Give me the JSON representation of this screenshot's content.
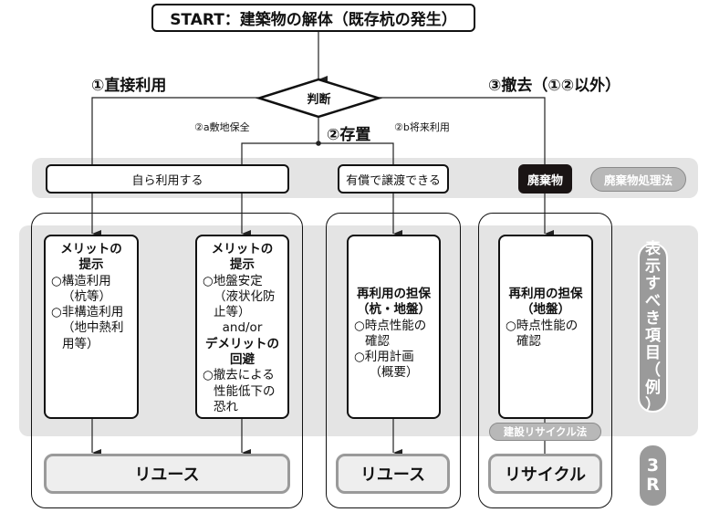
{
  "start": "START：建築物の解体（既存杭の発生）",
  "decision": "判断",
  "branches": {
    "direct": "①直接利用",
    "remove": "③撤去（①②以外）",
    "keep": "②存置",
    "keep_a": "②a敷地保全",
    "keep_b": "②b将来利用"
  },
  "row": {
    "self_use": "自ら利用する",
    "transfer": "有償で譲渡できる",
    "waste": "廃棄物",
    "waste_law": "廃棄物処理法"
  },
  "cards": [
    {
      "lines": [
        {
          "kind": "heading",
          "text": "メリットの"
        },
        {
          "kind": "heading",
          "text": "提示"
        },
        {
          "kind": "item",
          "text": "○構造利用"
        },
        {
          "kind": "sub",
          "text": "（杭等）"
        },
        {
          "kind": "item",
          "text": "○非構造利用"
        },
        {
          "kind": "sub",
          "text": "（地中熱利"
        },
        {
          "kind": "sub",
          "text": "用等）"
        }
      ]
    },
    {
      "lines": [
        {
          "kind": "heading",
          "text": "メリットの"
        },
        {
          "kind": "heading",
          "text": "提示"
        },
        {
          "kind": "item",
          "text": "○地盤安定"
        },
        {
          "kind": "sub",
          "text": "（液状化防"
        },
        {
          "kind": "sub",
          "text": "止等）"
        },
        {
          "kind": "connector",
          "text": "and/or"
        },
        {
          "kind": "heading",
          "text": "デメリットの"
        },
        {
          "kind": "heading",
          "text": "回避"
        },
        {
          "kind": "item",
          "text": "○撤去による"
        },
        {
          "kind": "sub",
          "text": "性能低下の"
        },
        {
          "kind": "sub",
          "text": "恐れ"
        }
      ]
    },
    {
      "lines": [
        {
          "kind": "heading",
          "text": "再利用の担保"
        },
        {
          "kind": "heading",
          "text": "（杭・地盤）"
        },
        {
          "kind": "item",
          "text": "○時点性能の"
        },
        {
          "kind": "sub",
          "text": "確認"
        },
        {
          "kind": "item",
          "text": "○利用計画"
        },
        {
          "kind": "connector",
          "text": "（概要）"
        }
      ]
    },
    {
      "lines": [
        {
          "kind": "heading",
          "text": "再利用の担保"
        },
        {
          "kind": "heading",
          "text": "（地盤）"
        },
        {
          "kind": "item",
          "text": "○時点性能の"
        },
        {
          "kind": "sub",
          "text": "確認"
        }
      ]
    }
  ],
  "recycle_law": "建設リサイクル法",
  "outcomes": [
    "リユース",
    "リユース",
    "リサイクル"
  ],
  "side_labels": {
    "display_items": [
      "表",
      "示",
      "す",
      "べ",
      "き",
      "項",
      "目",
      "（",
      "例",
      "）"
    ],
    "three_r": [
      "3",
      "R"
    ]
  },
  "colors": {
    "band": "#e4e4e4",
    "pill_grey": "#9a9a9a",
    "waste_box": "#1a1414"
  }
}
